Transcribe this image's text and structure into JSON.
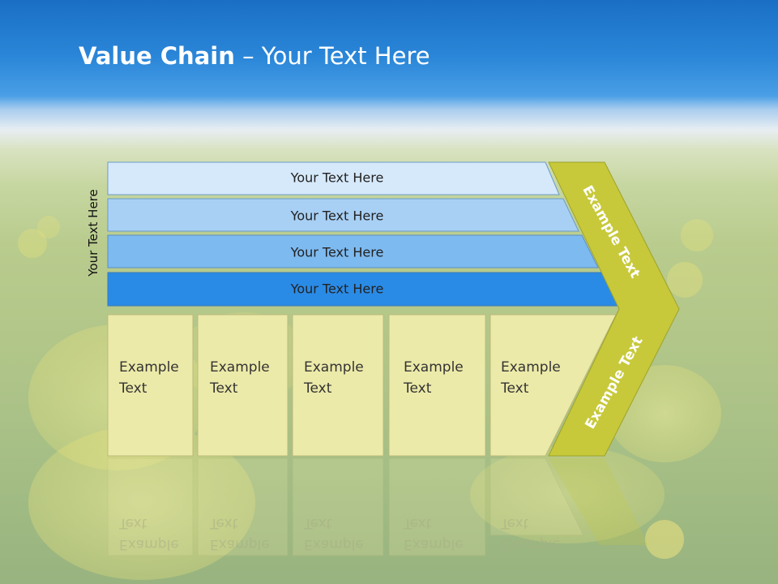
{
  "title": {
    "bold": "Value Chain",
    "rest": " – Your Text Here"
  },
  "side_label": "Your Text Here",
  "bands": [
    "Your Text Here",
    "Your Text Here",
    "Your Text Here",
    "Your Text Here"
  ],
  "boxes": [
    "Example\nText",
    "Example\nText",
    "Example\nText",
    "Example\nText",
    "Example\nText"
  ],
  "chevron": {
    "upper": "Example Text",
    "lower": "Example Text"
  },
  "colors": {
    "band1": "#d6e9fb",
    "band2": "#a8d0f5",
    "band3": "#7dbaf0",
    "band4": "#2a8be6",
    "box": "#eceaa9",
    "chevron": "#c7c93a",
    "title_bar": "#1f77cc"
  }
}
